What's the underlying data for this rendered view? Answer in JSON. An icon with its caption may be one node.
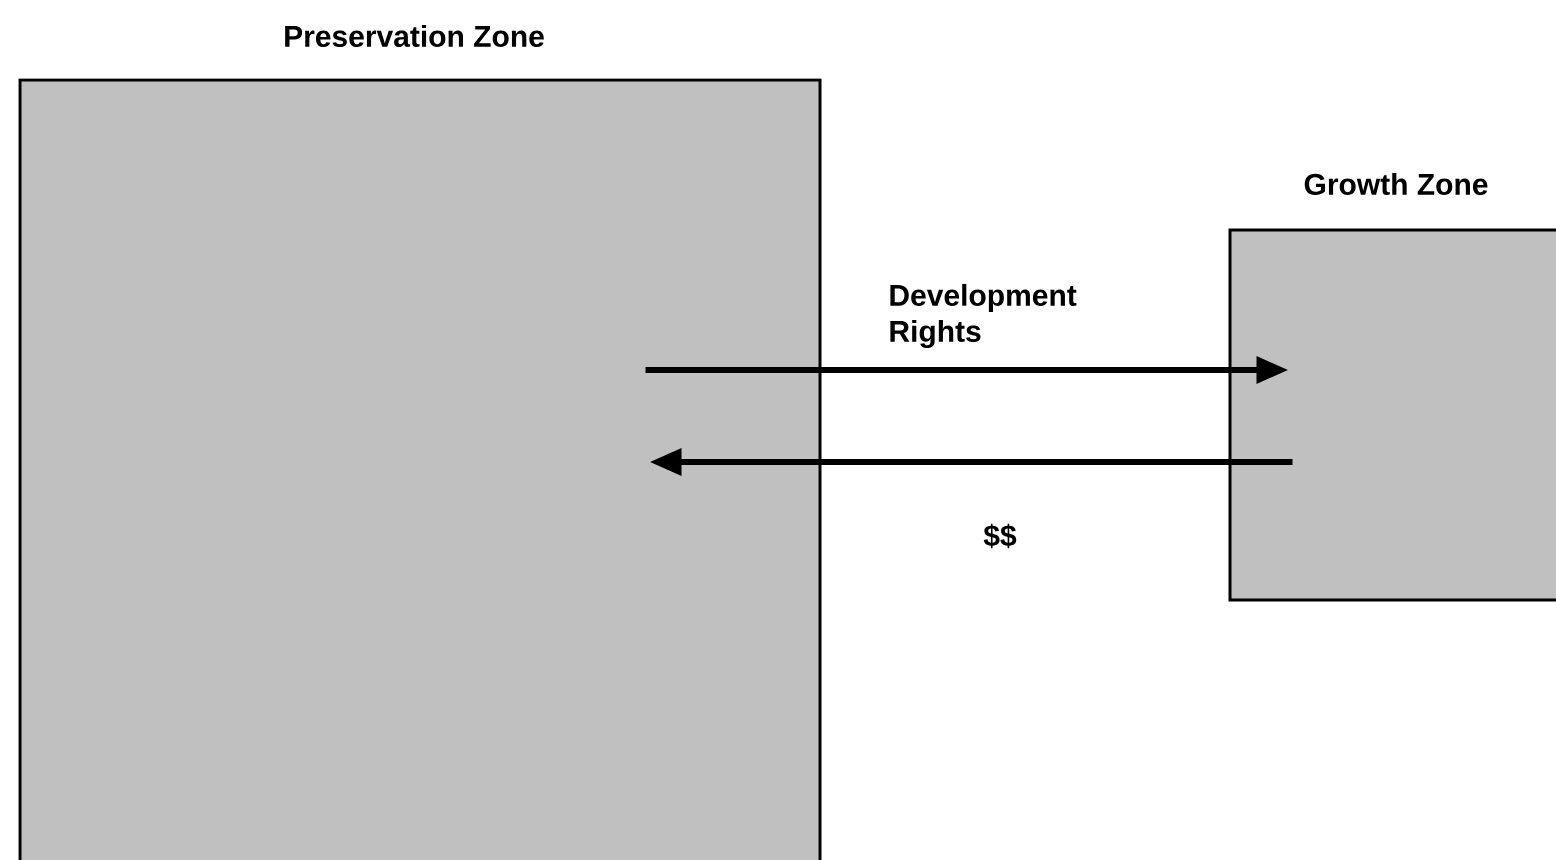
{
  "diagram": {
    "nodes": [
      {
        "text": [
          "Preservation Zone"
        ]
      },
      {
        "text": [
          "Growth Zone"
        ]
      }
    ],
    "edges": [
      {
        "from": 0,
        "to": 1,
        "arrow": "to",
        "label": "Development Rights"
      },
      {
        "from": 1,
        "to": 0,
        "arrow": "to",
        "label": "$$"
      }
    ]
  }
}
